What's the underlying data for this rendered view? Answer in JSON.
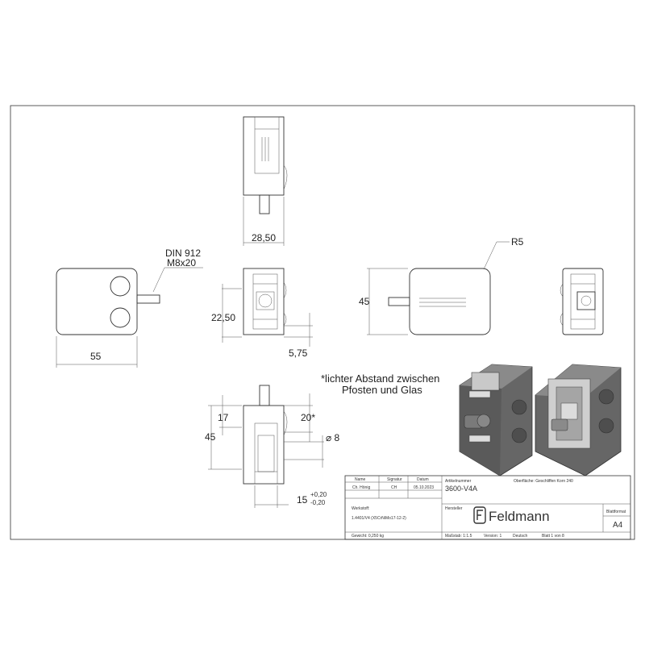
{
  "dimensions": {
    "top_width": "28,50",
    "din_line1": "DIN 912",
    "din_line2": "M8x20",
    "left_width": "55",
    "mid_height": "22,50",
    "mid_offset": "5,75",
    "right_height": "45",
    "radius": "R5",
    "bottom_17": "17",
    "bottom_45": "45",
    "bottom_20": "20*",
    "bottom_dia": "⌀ 8",
    "bottom_15": "15",
    "tol_plus": "+0,20",
    "tol_minus": "-0,20"
  },
  "note": {
    "line1": "*lichter Abstand zwischen",
    "line2": "Pfosten und Glas"
  },
  "title_block": {
    "col_name": "Name",
    "col_signatur": "Signatur",
    "col_datum": "Datum",
    "row_name": "Ch. Hönig",
    "row_signatur": "CH",
    "row_datum": "05.10.2023",
    "artikelnummer_label": "Artikelnummer",
    "artikelnummer": "3600-V4A",
    "oberflaeche": "Oberfläche: Geschliffen Korn 240",
    "werkstoff_label": "Werkstoff:",
    "werkstoff": "1.4401/V4 (X5CrNiMo17-12-2)",
    "hersteller_label": "Hersteller",
    "logo_text": "Feldmann",
    "blattformat_label": "Blattformat",
    "blattformat": "A4",
    "gewicht": "Gewicht: 0,250 kg",
    "massstab": "Maßstab: 1:1.5",
    "version": "Version: 1",
    "sprache": "Deutsch",
    "blatt": "Blatt 1 von 8"
  },
  "colors": {
    "line": "#333333",
    "part_fill": "#555555",
    "part_light": "#aaaaaa"
  }
}
